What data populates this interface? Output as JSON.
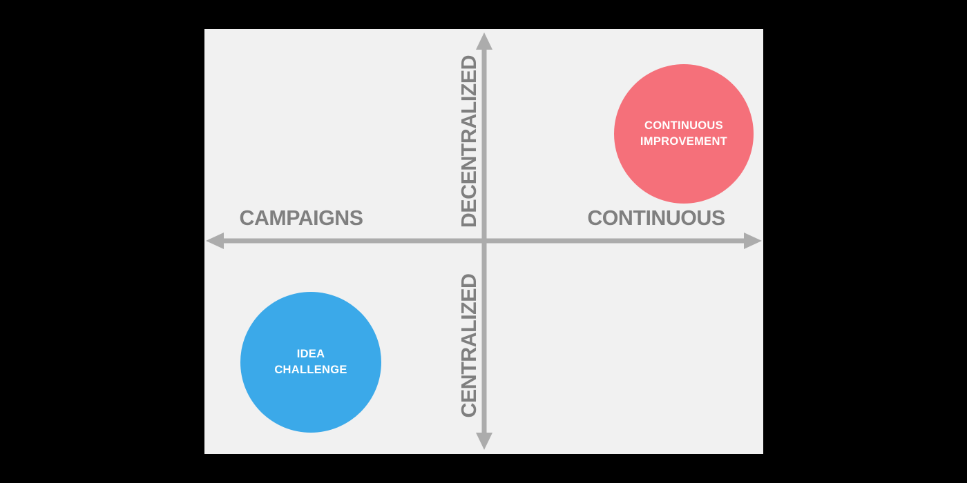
{
  "colors": {
    "background": "#000000",
    "panel": "#f1f1f1",
    "axis": "#acacac",
    "axis_label": "#7f7f7f",
    "circle_red": "#f5707a",
    "circle_blue": "#3ba9e9",
    "circle_text": "#ffffff"
  },
  "axes": {
    "x_left_label": "CAMPAIGNS",
    "x_right_label": "CONTINUOUS",
    "y_top_label": "DECENTRALIZED",
    "y_bottom_label": "CENTRALIZED"
  },
  "bubbles": {
    "top_right": {
      "label": "CONTINUOUS\nIMPROVEMENT"
    },
    "bottom_left": {
      "label": "IDEA\nCHALLENGE"
    }
  }
}
